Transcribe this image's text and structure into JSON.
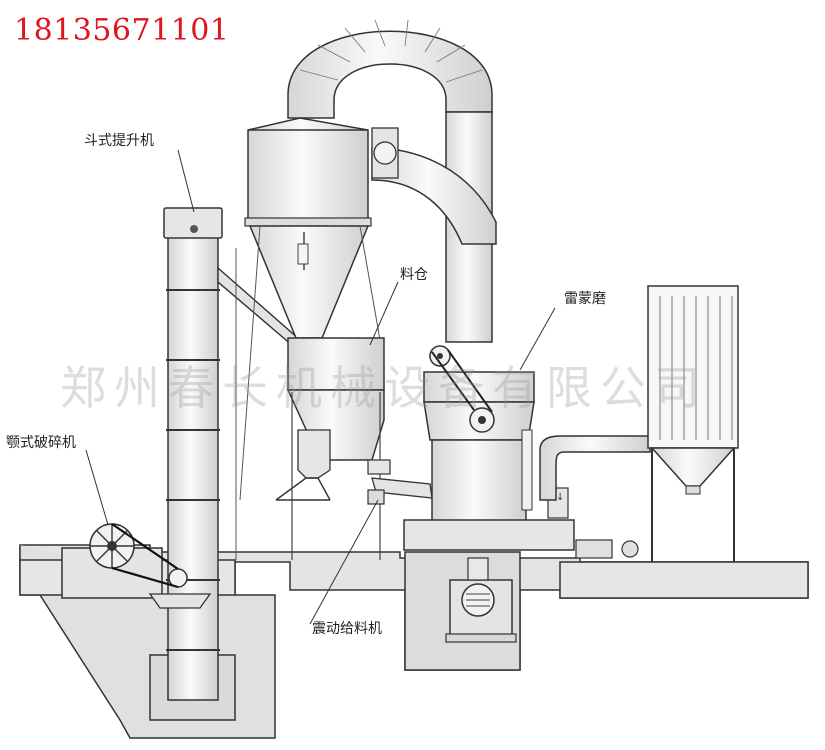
{
  "phone": "18135671101",
  "labels": {
    "bucket_elevator": "斗式提升机",
    "hopper": "料仓",
    "raymond_mill": "雷蒙磨",
    "jaw_crusher": "颚式破碎机",
    "vibrating_feeder": "震动给料机"
  },
  "watermark": "郑州春长机械设备有限公司",
  "colors": {
    "phone_text": "#e0141c",
    "machine_fill": "#e9e9e9",
    "machine_stroke": "#333333",
    "ground_fill": "#e4e4e4"
  }
}
